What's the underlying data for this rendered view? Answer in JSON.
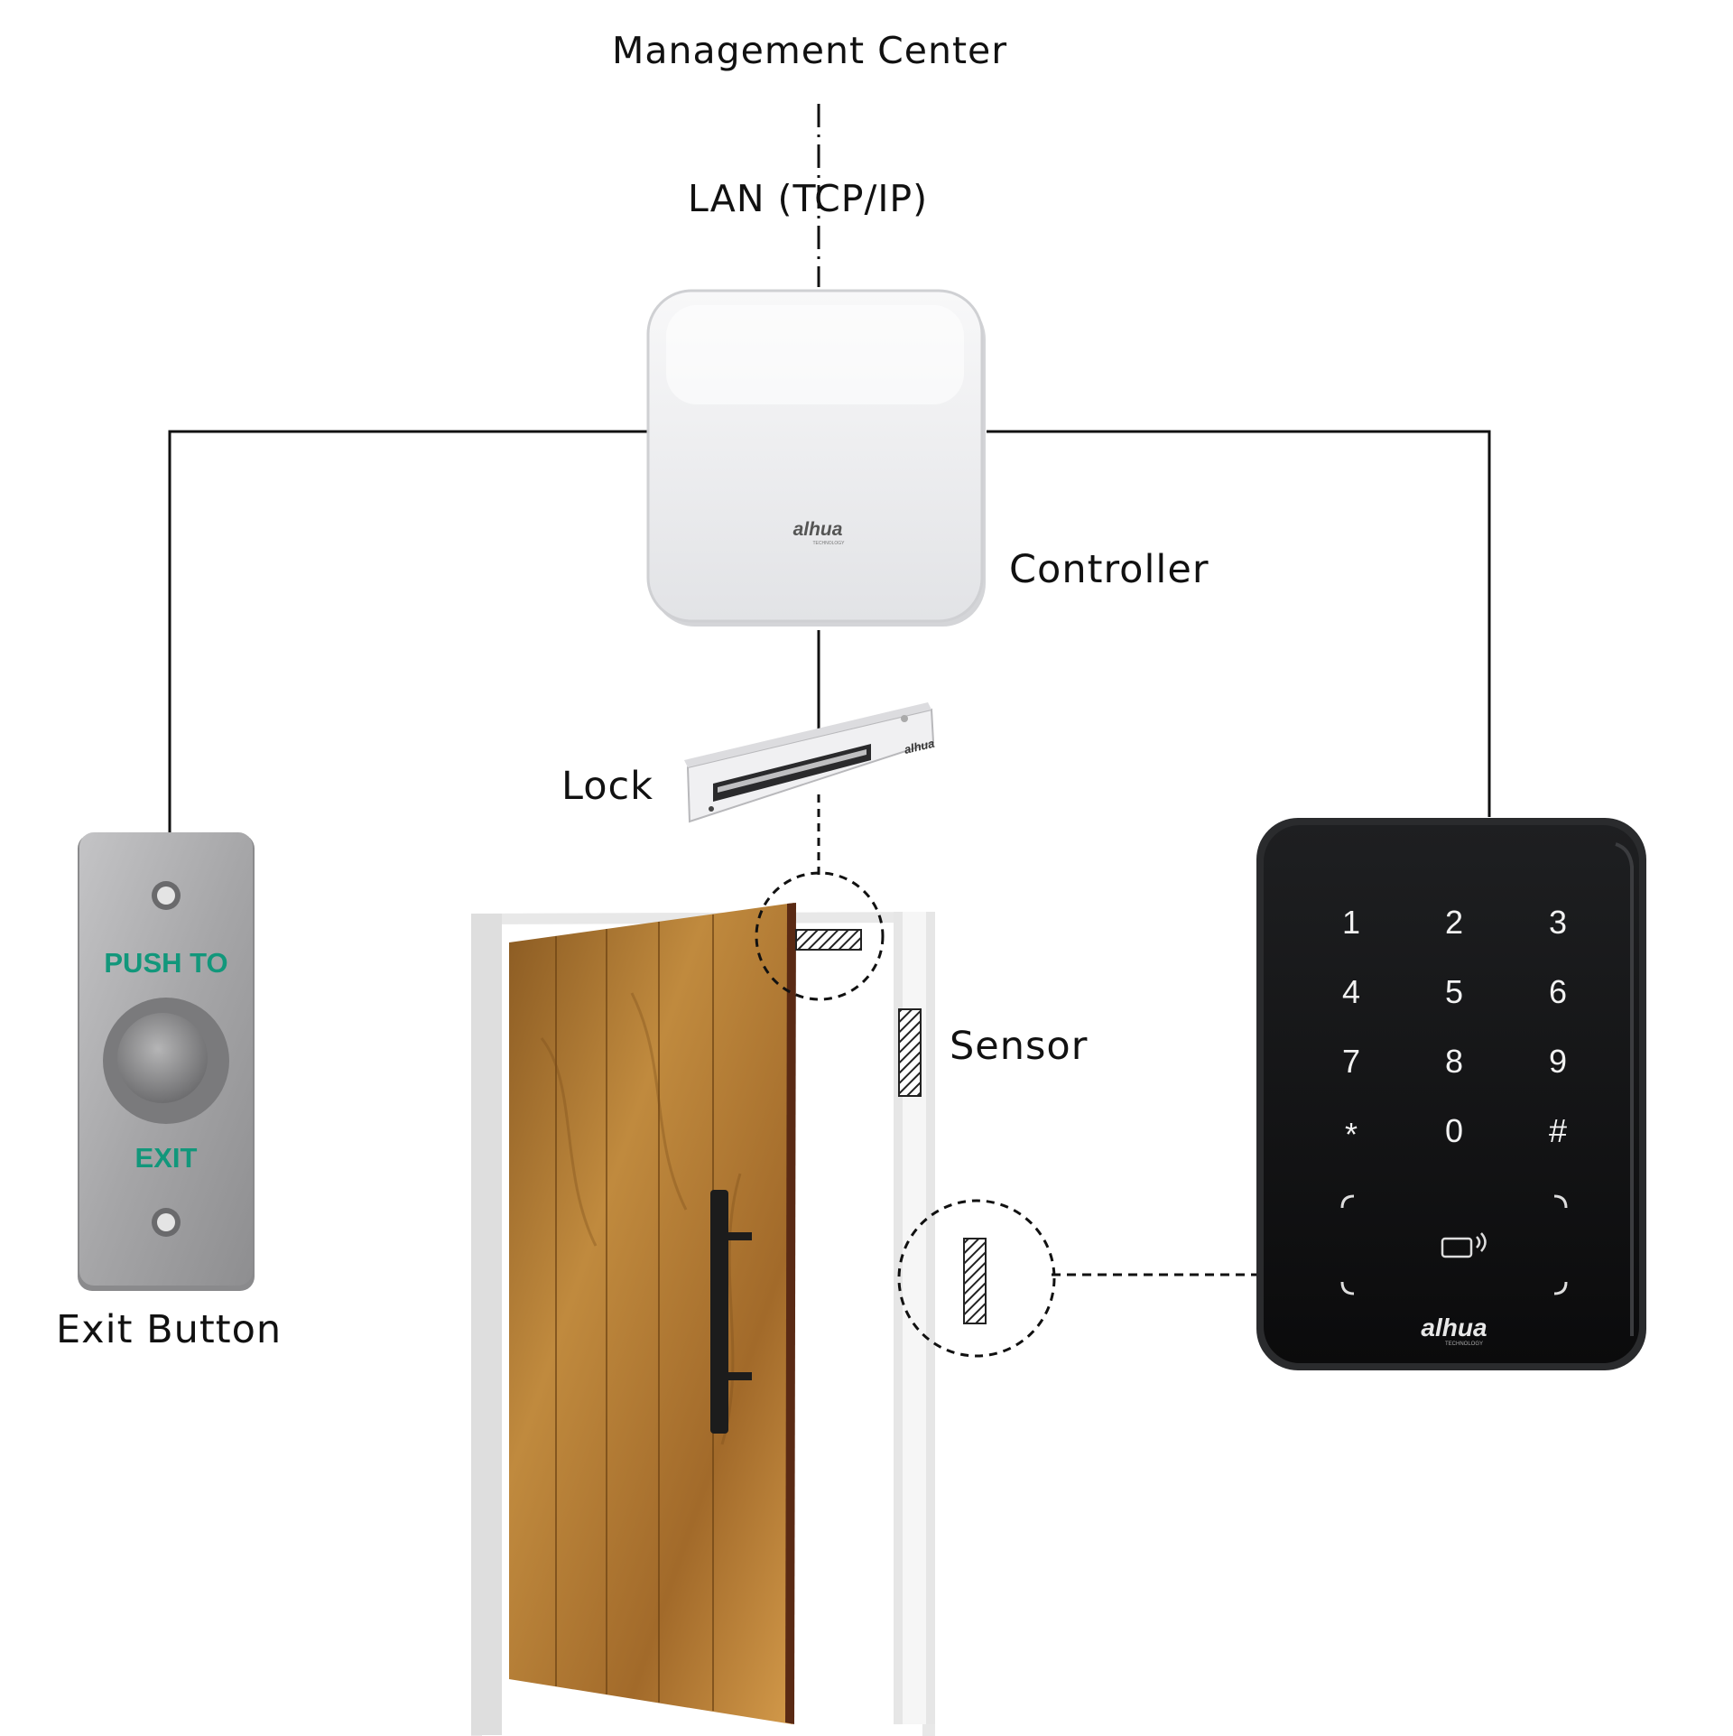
{
  "labels": {
    "management_center": "Management Center",
    "lan": "LAN (TCP/IP)",
    "controller": "Controller",
    "lock": "Lock",
    "sensor": "Sensor",
    "exit_button": "Exit Button"
  },
  "exit_button_device": {
    "top_text": "PUSH TO",
    "bottom_text": "EXIT",
    "text_color": "#12977b"
  },
  "brand": {
    "logo_text": "alhua",
    "sub_text": "TECHNOLOGY"
  },
  "keypad": {
    "keys": [
      "1",
      "2",
      "3",
      "4",
      "5",
      "6",
      "7",
      "8",
      "9",
      "*",
      "0",
      "#"
    ]
  },
  "colors": {
    "wire": "#111111",
    "door_wood": "#b07a32",
    "keypad_body": "#111213",
    "controller_body": "#eeeff1",
    "plate_metal": "#a9a9ab"
  }
}
